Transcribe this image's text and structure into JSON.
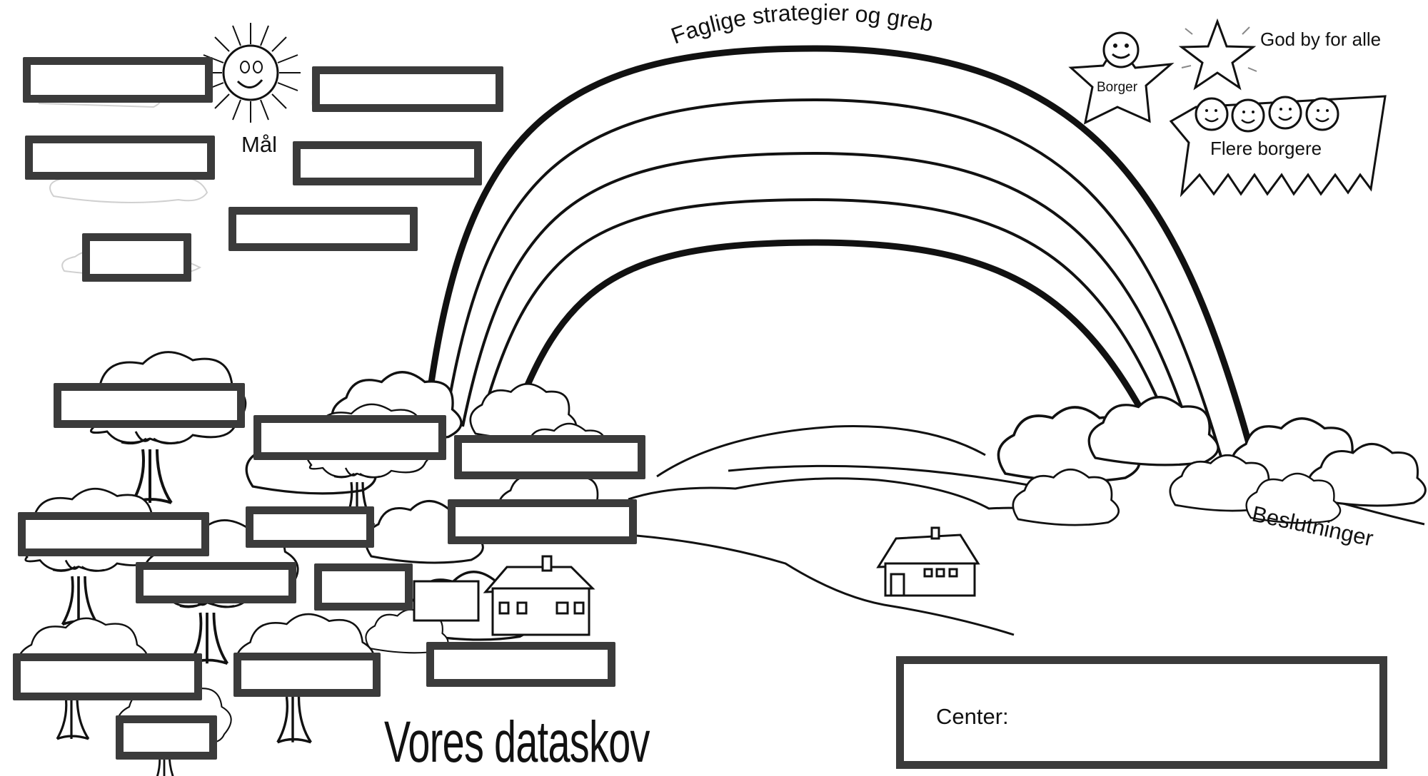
{
  "labels": {
    "goal": "Mål",
    "rainbow_title": "Faglige strategier og greb",
    "decisions": "Beslutninger",
    "citizen": "Borger",
    "good_city": "God by for alle",
    "more_citizens": "Flere borgere",
    "data_forest": "Vores dataskov",
    "center": "Center:"
  },
  "colors": {
    "box_border": "#3b3b3b",
    "line": "#111111",
    "background": "#ffffff"
  },
  "icons": [
    "sun-icon",
    "star-icon",
    "smiley-icon",
    "tree-icon",
    "house-icon",
    "cloud-icon",
    "bush-icon"
  ]
}
